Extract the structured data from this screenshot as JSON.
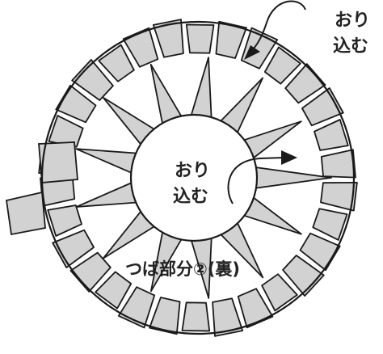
{
  "labels": {
    "fold_in_outer_line1": "おり",
    "fold_in_outer_line2": "込む",
    "fold_in_inner_line1": "おり",
    "fold_in_inner_line2": "込む",
    "brim_part": "つば部分②(裏)"
  },
  "colors": {
    "tab_fill": "#d2d2d2",
    "ray_fill": "#d2d2d2",
    "stroke": "#1a1a1a",
    "background": "#ffffff"
  },
  "icons": {
    "fold_arrows": "curved-arrow-icon"
  }
}
